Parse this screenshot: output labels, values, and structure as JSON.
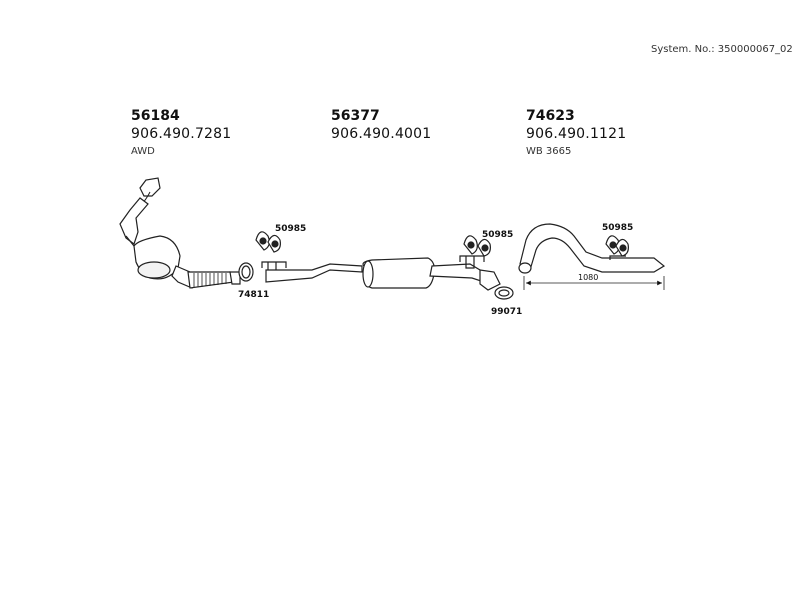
{
  "system_number": "System. No.: 350000067_02",
  "groups": [
    {
      "number": "56184",
      "part": "906.490.7281",
      "note": "AWD"
    },
    {
      "number": "56377",
      "part": "906.490.4001",
      "note": ""
    },
    {
      "number": "74623",
      "part": "906.490.1121",
      "note": "WB 3665"
    }
  ],
  "callouts": {
    "hanger_1": "50985",
    "hanger_2": "50985",
    "hanger_3": "50985",
    "clamp_1": "74811",
    "clamp_2": "99071"
  },
  "dimension": "1080"
}
